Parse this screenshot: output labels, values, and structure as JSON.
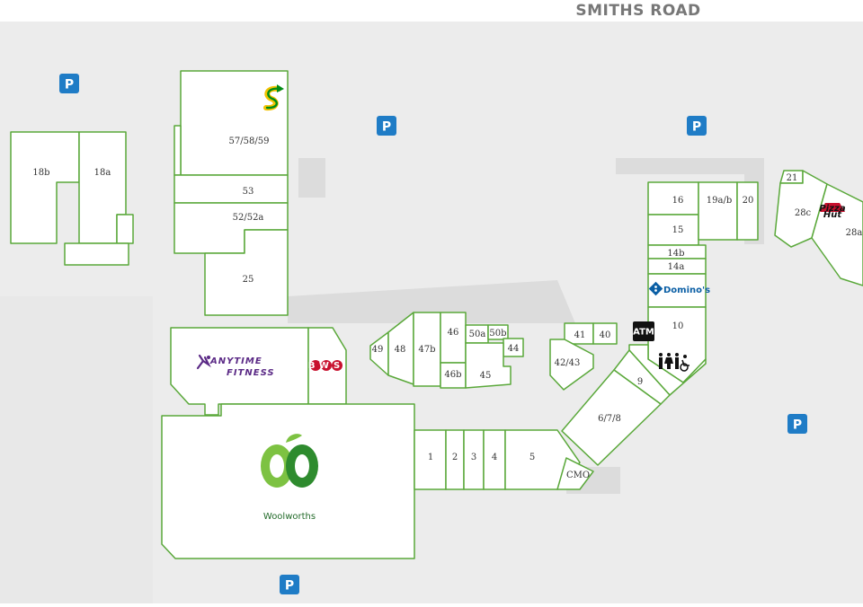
{
  "road": {
    "name": "SMITHS ROAD"
  },
  "parking": {
    "label": "P",
    "color": "#1f7cc6"
  },
  "colors": {
    "outline": "#5aa83a",
    "ground": "#ececec",
    "store": "#ffffff"
  },
  "units": [
    {
      "id": "u-18b",
      "label": "18b"
    },
    {
      "id": "u-18a",
      "label": "18a"
    },
    {
      "id": "u-57",
      "label": "57/58/59"
    },
    {
      "id": "u-53",
      "label": "53"
    },
    {
      "id": "u-52",
      "label": "52/52a"
    },
    {
      "id": "u-25",
      "label": "25"
    },
    {
      "id": "u-49",
      "label": "49"
    },
    {
      "id": "u-48",
      "label": "48"
    },
    {
      "id": "u-47b",
      "label": "47b"
    },
    {
      "id": "u-46",
      "label": "46"
    },
    {
      "id": "u-50a",
      "label": "50a"
    },
    {
      "id": "u-50b",
      "label": "50b"
    },
    {
      "id": "u-44",
      "label": "44"
    },
    {
      "id": "u-46b",
      "label": "46b"
    },
    {
      "id": "u-45",
      "label": "45"
    },
    {
      "id": "u-41",
      "label": "41"
    },
    {
      "id": "u-40",
      "label": "40"
    },
    {
      "id": "u-42",
      "label": "42/43"
    },
    {
      "id": "u-16",
      "label": "16"
    },
    {
      "id": "u-19",
      "label": "19a/b"
    },
    {
      "id": "u-20",
      "label": "20"
    },
    {
      "id": "u-15",
      "label": "15"
    },
    {
      "id": "u-14b",
      "label": "14b"
    },
    {
      "id": "u-14a",
      "label": "14a"
    },
    {
      "id": "u-10",
      "label": "10"
    },
    {
      "id": "u-9",
      "label": "9"
    },
    {
      "id": "u-678",
      "label": "6/7/8"
    },
    {
      "id": "u-1",
      "label": "1"
    },
    {
      "id": "u-2",
      "label": "2"
    },
    {
      "id": "u-3",
      "label": "3"
    },
    {
      "id": "u-4",
      "label": "4"
    },
    {
      "id": "u-5",
      "label": "5"
    },
    {
      "id": "u-cmo",
      "label": "CMO"
    },
    {
      "id": "u-21",
      "label": "21"
    },
    {
      "id": "u-28c",
      "label": "28c"
    },
    {
      "id": "u-28a",
      "label": "28a"
    }
  ],
  "brands": {
    "woolworths": "Woolworths",
    "anytime_line1": "ANYTIME",
    "anytime_line2": "FITNESS",
    "bws": "BWS",
    "dominos": "Domino's",
    "pizza_hut_line1": "Pizza",
    "pizza_hut_line2": "Hut",
    "atm": "ATM"
  },
  "amenities": {
    "toilets": "toilets-icon"
  }
}
